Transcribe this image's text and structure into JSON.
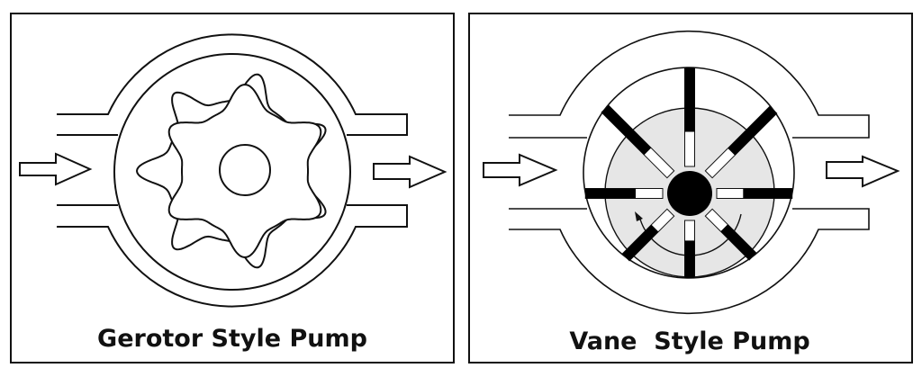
{
  "panels": [
    {
      "title": "Gerotor Style Pump",
      "type": "gerotor",
      "outer_lobes": 7,
      "inner_lobes": 6
    },
    {
      "title": "Vane  Style Pump",
      "type": "vane",
      "vane_count": 8
    }
  ],
  "colors": {
    "line": "#111111",
    "rotor_fill": "#e6e6e6",
    "background": "#ffffff"
  }
}
